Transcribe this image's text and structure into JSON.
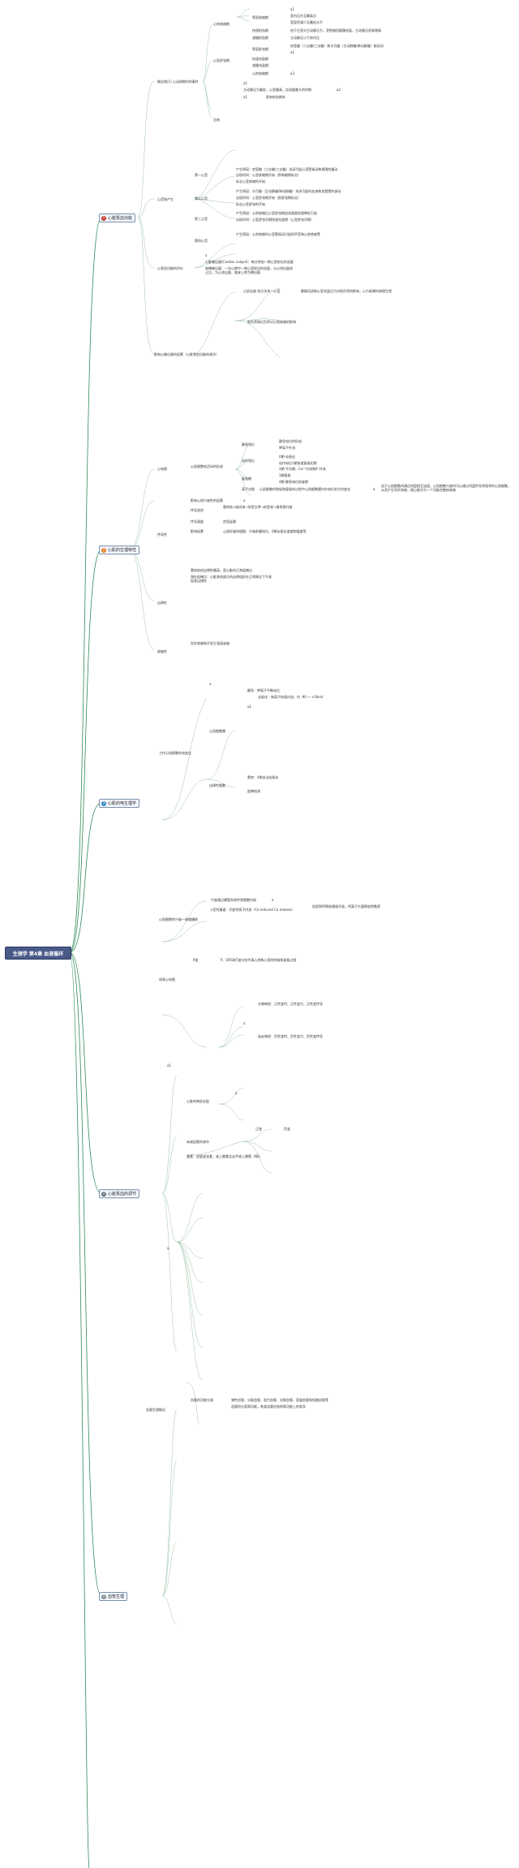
{
  "root": {
    "title": "生理学 第4章 血液循环"
  },
  "sections": [
    {
      "num": "1",
      "label": "心脏泵血功能",
      "color": "#c0392b"
    },
    {
      "num": "2",
      "label": "心肌的生理特性",
      "color": "#e67e22"
    },
    {
      "num": "3",
      "label": "心肌的电生理学",
      "color": "#2e86c1"
    },
    {
      "num": "4",
      "label": "心脏泵血的调节",
      "color": "#5d6d7e"
    },
    {
      "num": "5",
      "label": "血管生理",
      "color": "#7f8c8d"
    }
  ],
  "s1": {
    "b1": "概念和(1) 心动周期内的事件",
    "b1a": "心房收缩期",
    "b1a1": "等容收缩期",
    "b1a2": "快速射血期",
    "b1a3": "减慢射血期",
    "l1": "a1",
    "l2": "室内压升至最高点",
    "l3": "室容积减少至最低水平",
    "l4": "由于左室对主动脉压力，室腔缩短缓慢充盈，主动脉压逐渐增高",
    "l5": "主动脉压小于房内压",
    "b1b": "心室舒张期",
    "b1b1": "等容舒张期",
    "b1b2": "快速充盈期",
    "b1b3": "减慢充盈期",
    "b1b4": "心房收缩期",
    "l6": "房室瓣（二尖瓣/三尖瓣）和半月瓣（主动脉瓣/肺动脉瓣）都关闭",
    "l7": "a1",
    "l8": "a3",
    "b1c": "总结",
    "l9": "a1",
    "l10": "主动脉压力最低，心室最高，血流量最大的时期",
    "l11": "a2",
    "l12": "a1",
    "l13": "即刻射血期末",
    "b2": "心音和产生",
    "h1": "第一心音",
    "h1a": "产生原因：房室瓣（二尖瓣/三尖瓣）关闭引起心室壁振动和周围的震动",
    "h1b": "出现时间：心室收缩期开始（即收缩期标志）",
    "h1c": "标志心室收缩的开始",
    "h2": "第二心音",
    "h2a": "产生原因：半月瓣（主动脉瓣/肺动脉瓣）关闭引起的血液和血管壁的振动",
    "h2b": "出现时间：心室舒张期开始（即舒张期标志）",
    "h2c": "标志心室舒张的开始",
    "h3": "第三心音",
    "h3a": "产生原因：心房收缩后心室舒张期血流速度快速降低引起",
    "h3b": "出现时间：心室舒张早期快速充盈期（心室舒张早期）",
    "h4": "第四心音",
    "h4a": "产生原因：心房收缩时心室壁振动引起的声音和心房收缩等",
    "b3": "心泵血功能的评价",
    "e1": "a",
    "e2": "心脏输出量(Cardiac output)：每分钟由一侧心室射出的血量",
    "e3": "每搏输出量：一次心跳中一侧心室射出的血量，与心排出量成正比，为心排出量，临床上称为搏出量",
    "b4": "影响心输出量的因素（心脏泵血功能的调节）",
    "f1": "心肌长度-张力关系—心室",
    "f2": "前负荷和后负荷对心肌收缩的影响",
    "f3": "静脉回流和心室充盈压力对前负荷的影响，心力衰竭的病理生理"
  },
  "s2": {
    "b1": "心电图",
    "b1a": "心肌细胞电活动的形成",
    "c1": "静息电位",
    "c1a": "静息电位的形成",
    "c1b": "钾离子外流",
    "c2": "动作电位",
    "c2a": "0期-去极化",
    "c2b": "动作电位1期快速复极初期",
    "c2c": "2期-平台期，Ca²⁺内流和K⁺外流",
    "c3": "复极期",
    "c3a": "3期复极",
    "c3b": "4期-静息电位恢复期",
    "c4": "离子交换",
    "c4a": "心肌细胞的除极和复极的过程中心肌细胞膜内外电位发生的变化",
    "c4b": "a",
    "c4c": "由于心肌细胞间通过闰盘相互连接，心肌细胞兴奋时可以通过闰盘传导到相邻的心肌细胞，从而产生同步收缩，使心脏作为一个功能合胞体收缩",
    "b1b": "影响心肌兴奋性的因素",
    "b1c": "a",
    "b2": "传导性",
    "g1": "传导途径",
    "g1a": "窦房结→结间束→房室交界→房室束→浦肯野纤维",
    "g2": "传导速度",
    "g2a": "房室延搁",
    "g3": "影响因素",
    "g3a": "心肌纤维的粗细、兴奋前膜电位、0期去极化速度和幅度等",
    "b3": "自律性",
    "b3a": "窦房结的自律性最高，是心脏的正常起搏点",
    "b3b": "潜在起搏点：心脏其他部位的自律组织在正常情况下不表现其自律性",
    "b4": "收缩性",
    "b4a": "同步收缩和不发生强直收缩"
  },
  "s3": {
    "b1": "工作心肌细胞的电变化",
    "d1": "a",
    "d2": "心肌细胞膜",
    "d2a": "静息：钾离子平衡电位",
    "d2b": "a1",
    "d2c": "去极化：钠离子快速内流，约 -90 ~ +30mV",
    "d3": "自律性细胞",
    "d3a": "窦房：4期自动去极化",
    "d3b": "起搏电流",
    "b2": "心肌细胞的兴奋—收缩耦联",
    "k1": "兴奋通过横管系统传到细胞内部",
    "k1a": "a",
    "k2": "L型钙通道：开放钙离子内流（Ca-induced Ca release）",
    "k2a": "肌浆网钙释放通道开放，钙离子大量释放到胞浆",
    "b3": "体表心电图",
    "b3a": "P波",
    "b3b": "P、QRS和T波分别代表心房和心室的除极和复极过程"
  },
  "s4": {
    "b1": "a1",
    "b1a": "心脏的神经支配",
    "b1b": "a",
    "m1": "交感神经：正性变时、正性变力、正性变传导",
    "m2": "a",
    "m3": "迷走神经：负性变时、负性变力、负性变传导",
    "b2": "体液因素的调节",
    "b3": "激素：血管紧张素、肾上腺素及去甲肾上腺素（NE）",
    "n1": "正变",
    "n2": "负变",
    "b4": "a"
  },
  "s5": {
    "b1": "血管生理概况",
    "p1": "血管的功能分类",
    "p2": "弹性血管、分配血管、阻力血管、交换血管、容量血管和短路血管等",
    "p3": "血管的分类和功能，各类血管在结构和功能上的差异"
  }
}
